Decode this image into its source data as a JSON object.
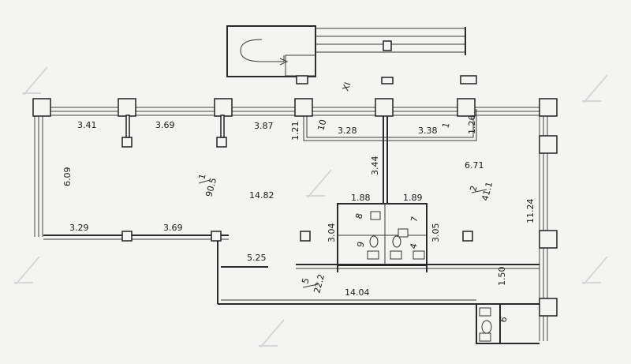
{
  "plan": {
    "dimensions": {
      "d_341": "3.41",
      "d_369_top": "3.69",
      "d_387": "3.87",
      "d_121": "1.21",
      "d_328": "3.28",
      "d_338": "3.38",
      "d_126": "1.26",
      "d_609": "6.09",
      "d_1482": "14.82",
      "d_344": "3.44",
      "d_671": "6.71",
      "d_188": "1.88",
      "d_189": "1.89",
      "d_1124": "11.24",
      "d_329": "3.29",
      "d_369_bottom": "3.69",
      "d_304": "3.04",
      "d_305": "3.05",
      "d_525": "5.25",
      "d_1404": "14.04",
      "d_150": "1.50"
    },
    "rooms": {
      "room_1": "1",
      "area_1": "90.5",
      "room_2": "2",
      "area_2": "41.1",
      "room_5": "5",
      "area_5": "22.2",
      "room_6": "6",
      "room_7": "7",
      "room_8": "8",
      "room_9": "9",
      "room_4": "4",
      "room_10": "10",
      "room_1_small": "1"
    },
    "section_mark": "XI"
  }
}
